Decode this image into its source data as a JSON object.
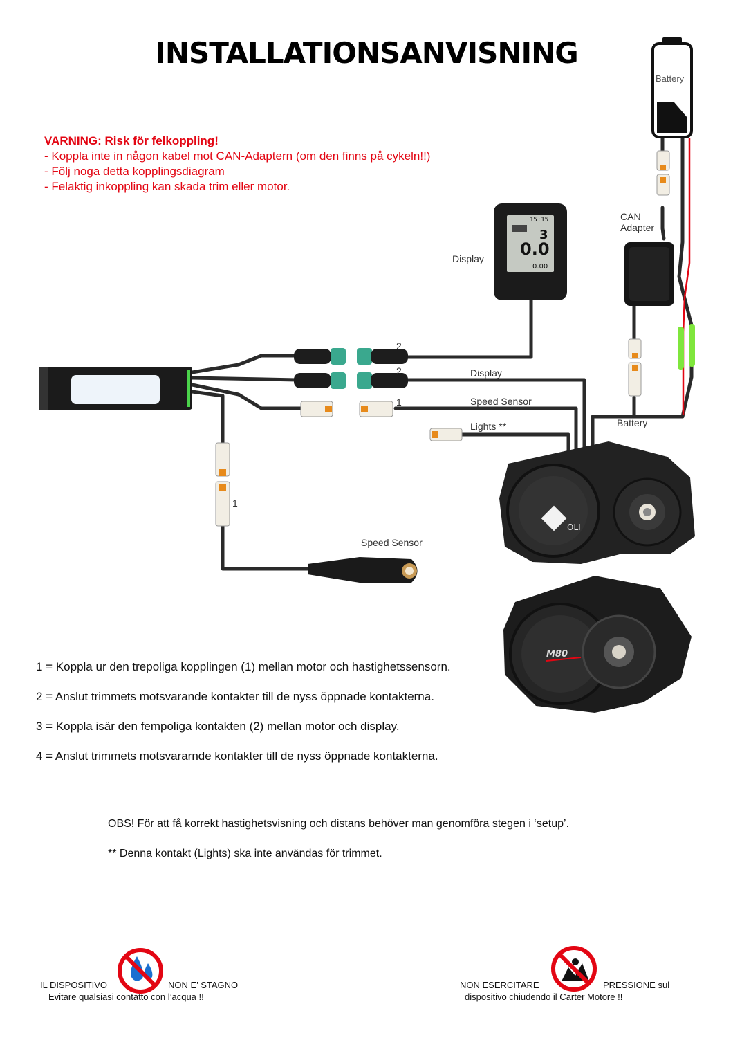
{
  "title": "INSTALLATIONSANVISNING",
  "warning": {
    "heading": "VARNING: Risk för felkoppling!",
    "lines": [
      "- Koppla inte in någon kabel mot CAN-Adaptern (om den finns på cykeln!!)",
      "- Följ noga detta kopplingsdiagram",
      "- Felaktig inkoppling kan skada trim eller motor."
    ]
  },
  "labels": {
    "battery_icon": "Battery",
    "can_adapter_line1": "CAN",
    "can_adapter_line2": "Adapter",
    "display_device": "Display",
    "connector_2a": "2",
    "connector_2b": "2",
    "connector_1a": "1",
    "connector_1b": "1",
    "cable_display": "Display",
    "cable_speed_sensor": "Speed Sensor",
    "cable_lights": "Lights **",
    "cable_battery": "Battery",
    "speed_sensor_device": "Speed Sensor",
    "motor_brand": "OLI",
    "motor_model": "M80",
    "display_screen": {
      "time": "15:15",
      "level": "3",
      "speed": "0.0",
      "distance": "0.00"
    }
  },
  "steps": [
    "1 = Koppla ur den trepoliga kopplingen (1) mellan motor och hastighetssensorn.",
    "2 = Anslut trimmets motsvarande kontakter till de nyss öppnade kontakterna.",
    "3 = Koppla isär den fempoliga kontakten (2) mellan motor och display.",
    "4 = Anslut trimmets motsvararnde kontakter till de nyss öppnade kontakterna."
  ],
  "notes": [
    "OBS! För att få korrekt hastighetsvisning och distans behöver man genomföra stegen i ‘setup’.",
    "** Denna kontakt (Lights) ska inte användas för trimmet."
  ],
  "footer": {
    "left_line1a": "IL DISPOSITIVO",
    "left_line1b": "NON E’ STAGNO",
    "left_line2": "Evitare qualsiasi contatto con l’acqua !!",
    "right_line1a": "NON ESERCITARE",
    "right_line1b": "PRESSIONE sul",
    "right_line2": "dispositivo chiudendo il Carter Motore !!"
  },
  "icons": {
    "battery": "battery-icon",
    "water_warning": "no-water-icon",
    "pressure_warning": "no-pressure-icon"
  },
  "colors": {
    "warning_red": "#e30613",
    "cable": "#2a2a2a",
    "battery_wire": "#e30613",
    "connector_teal": "#3aa88e",
    "connector_cream": "#f2eee4",
    "green_sleeve": "#7fe63c"
  }
}
